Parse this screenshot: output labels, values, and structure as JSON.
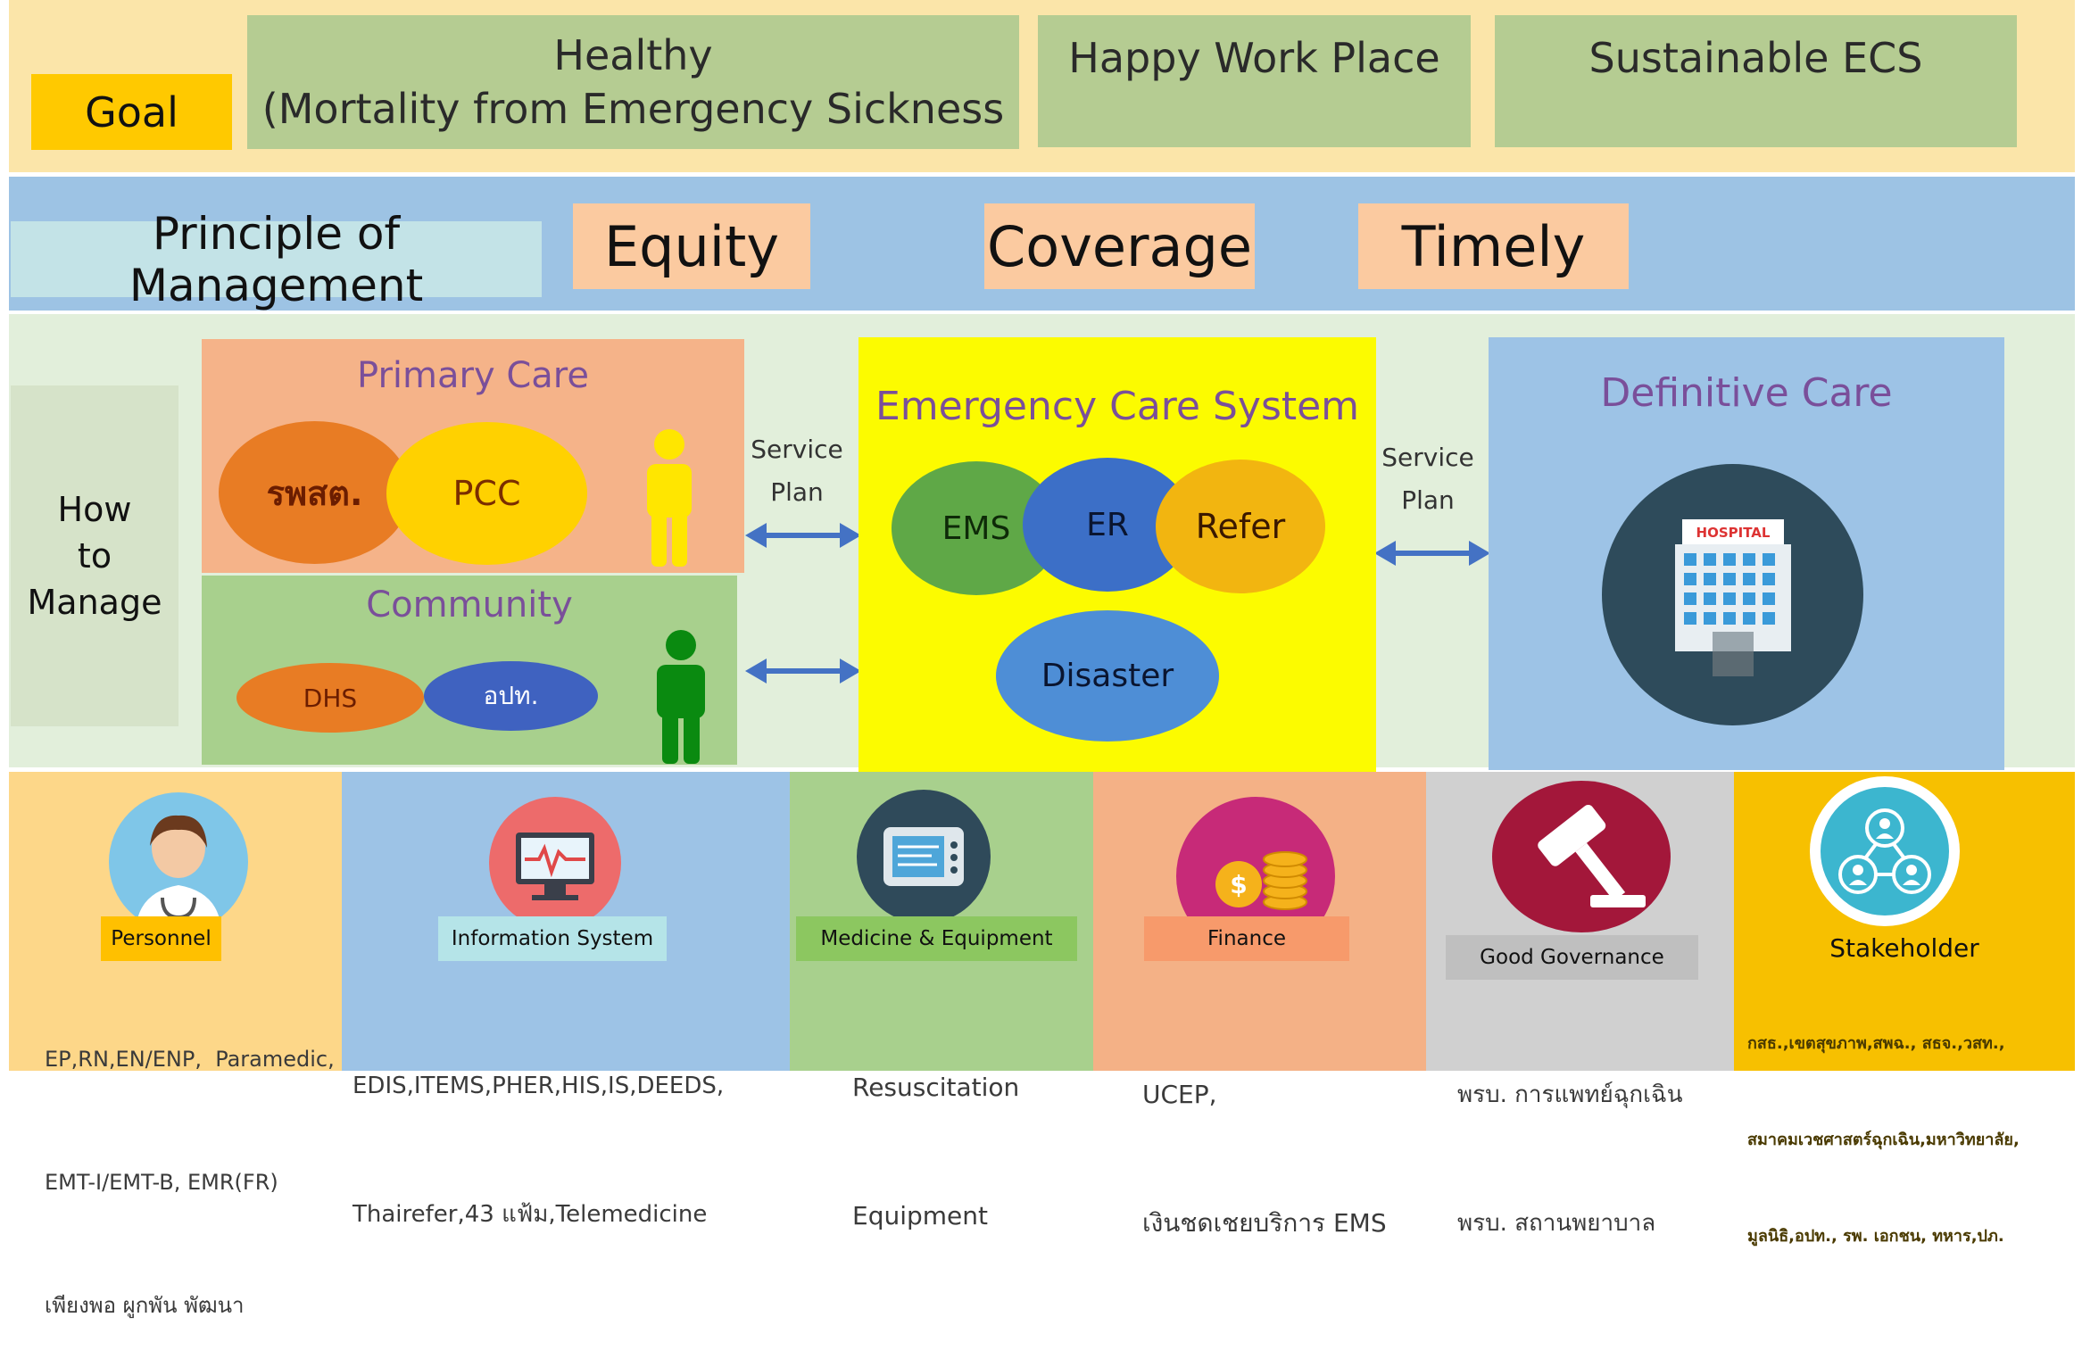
{
  "goal": {
    "label": "Goal",
    "items": [
      {
        "line1": "Healthy",
        "line2": "(Mortality from Emergency Sickness"
      },
      {
        "line1": "Happy Work Place"
      },
      {
        "line1": "Sustainable ECS"
      }
    ]
  },
  "principle": {
    "label": "Principle of Management",
    "items": [
      "Equity",
      "Coverage",
      "Timely"
    ]
  },
  "manage": {
    "label_lines": [
      "How",
      "to",
      "Manage"
    ],
    "primary_care": {
      "title": "Primary Care",
      "items": [
        "รพสต.",
        "PCC"
      ]
    },
    "community": {
      "title": "Community",
      "items": [
        "DHS",
        "อปท."
      ]
    },
    "service_plan_left": [
      "Service",
      "Plan"
    ],
    "service_plan_right": [
      "Service",
      "Plan"
    ],
    "ecs": {
      "title": "Emergency Care System",
      "items": [
        "EMS",
        "ER",
        "Refer"
      ],
      "disaster": "Disaster"
    },
    "definitive": {
      "title": "Definitive Care",
      "hospital_sign": "HOSPITAL"
    }
  },
  "colors": {
    "person_yellow": "#ffe600",
    "person_green": "#0a8a10",
    "person_red": "#ff0000",
    "arrow_blue": "#4472c4"
  },
  "bottom": {
    "personnel": {
      "label": "Personnel",
      "lines": [
        "EP,RN,EN/ENP,  Paramedic,",
        "EMT-I/EMT-B, EMR(FR)",
        "เพียงพอ ผูกพัน พัฒนา"
      ]
    },
    "info": {
      "label": "Information System",
      "lines": [
        "EDIS,ITEMS,PHER,HIS,IS,DEEDS,",
        "Thairefer,43 แฟ้ม,Telemedicine"
      ]
    },
    "medicine": {
      "label": "Medicine & Equipment",
      "lines": [
        "Resuscitation",
        "Equipment"
      ]
    },
    "finance": {
      "label": "Finance",
      "lines": [
        "UCEP,",
        "เงินชดเชยบริการ EMS"
      ]
    },
    "governance": {
      "label": "Good Governance",
      "lines": [
        "พรบ. การแพทย์ฉุกเฉิน",
        "พรบ. สถานพยาบาล"
      ]
    },
    "stakeholder": {
      "label": "Stakeholder",
      "lines": [
        "กสธ.,เขตสุขภาพ,สพฉ., สธจ.,วสท.,",
        "สมาคมเวชศาสตร์ฉุกเฉิน,มหาวิทยาลัย,",
        "มูลนิธิ,อปท., รพ. เอกชน, ทหาร,ปภ."
      ]
    }
  }
}
